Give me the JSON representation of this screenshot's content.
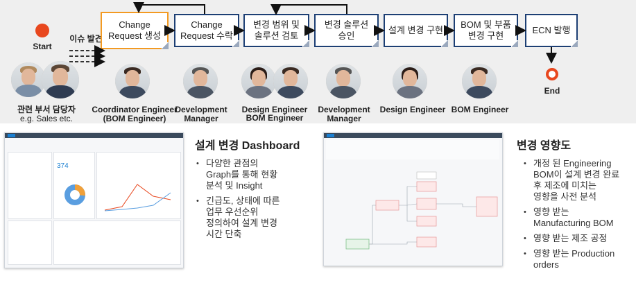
{
  "process": {
    "start_label": "Start",
    "end_label": "End",
    "issue_label": "이슈 발견",
    "steps": [
      "Change\nRequest 생성",
      "Change\nRequest 수락",
      "변경 범위 및\n솔루션 검토",
      "변경 솔루션\n승인",
      "설계 변경 구현",
      "BOM 및 부품\n변경 구현",
      "ECN 발행"
    ],
    "roles": {
      "related_dept": "관련 부서 담당자",
      "related_dept_example": "e.g. Sales etc.",
      "coordinator": "Coordinator Engineer",
      "coordinator_sub": "(BOM Engineer)",
      "development_1": "Development",
      "development_1_sub": "Manager",
      "design_bom": "Design Engineer",
      "design_bom_sub": "BOM Engineer",
      "development_2": "Development",
      "development_2_sub": "Manager",
      "design": "Design Engineer",
      "bom": "BOM Engineer"
    }
  },
  "dashboard": {
    "title": "설계 변경 Dashboard",
    "bullets": [
      "다양한 관점의\nGraph를 통해 현황\n분석 및 Insight",
      "긴급도, 상태에 따른\n업무 우선순위\n정의하여 설계 변경\n시간 단축"
    ],
    "kpi_value": "374"
  },
  "impact": {
    "title": "변경 영향도",
    "bullets": [
      "개정 된 Engineering\nBOM이 설계 변경 완료\n후 제조에 미치는\n영향을 사전 분석",
      "영향 받는\nManufacturing BOM",
      "영향 받는 제조 공정",
      "영향 받는 Production\norders"
    ]
  },
  "colors": {
    "accent_orange": "#f39a22",
    "step_border": "#1d3f74",
    "start_end": "#e8471e"
  }
}
